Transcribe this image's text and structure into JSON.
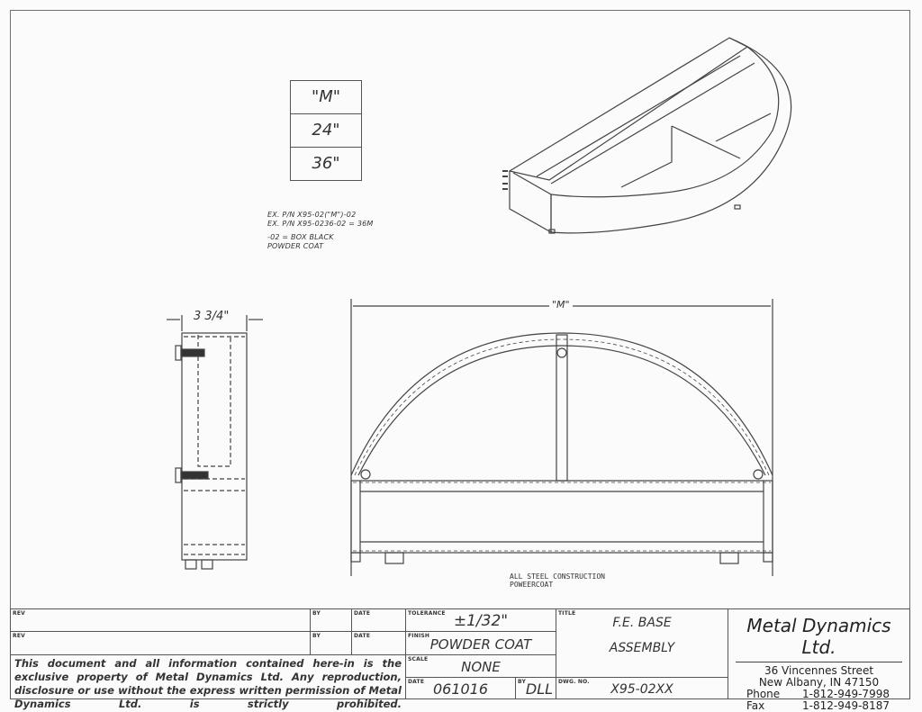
{
  "size_table": {
    "header": "\"M\"",
    "rows": [
      "24\"",
      "36\""
    ]
  },
  "part_notes": {
    "lines": [
      "EX. P/N X95-02(\"M\")-02",
      "EX. P/N X95-0236-02 = 36M",
      "-02 = BOX BLACK",
      "POWDER COAT"
    ]
  },
  "side_view": {
    "width_dim": "3 3/4\""
  },
  "front_view": {
    "width_dim": "\"M\""
  },
  "construction_note": {
    "line1": "ALL STEEL CONSTRUCTION",
    "line2": "POWEERCOAT"
  },
  "title_block": {
    "rev_rows": [
      {
        "rev_label": "REV",
        "by_label": "BY",
        "date_label": "DATE",
        "rev": "",
        "by": "",
        "date": ""
      },
      {
        "rev_label": "REV",
        "by_label": "BY",
        "date_label": "DATE",
        "rev": "",
        "by": "",
        "date": ""
      }
    ],
    "legal_notice": "This document and all information contained here-in is the exclusive property of Metal Dynamics Ltd.  Any reproduction, disclosure or use without the express written permission of Metal Dynamics Ltd. is strictly prohibited.",
    "tolerance": {
      "label": "TOLERANCE",
      "value": "±1/32\""
    },
    "finish": {
      "label": "FINISH",
      "value": "POWDER COAT"
    },
    "scale": {
      "label": "SCALE",
      "value": "NONE"
    },
    "date": {
      "label": "DATE",
      "value": "061016"
    },
    "drawn_by": {
      "label": "BY",
      "value": "DLL"
    },
    "title": {
      "label": "TITLE",
      "line1": "F.E. BASE",
      "line2": "ASSEMBLY"
    },
    "dwg_no": {
      "label": "DWG. NO.",
      "value": "X95-02XX"
    },
    "company": {
      "name": "Metal Dynamics Ltd.",
      "street": "36 Vincennes Street",
      "city": "New Albany, IN 47150",
      "phone_label": "Phone",
      "phone": "1-812-949-7998",
      "fax_label": "Fax",
      "fax": "1-812-949-8187"
    }
  }
}
